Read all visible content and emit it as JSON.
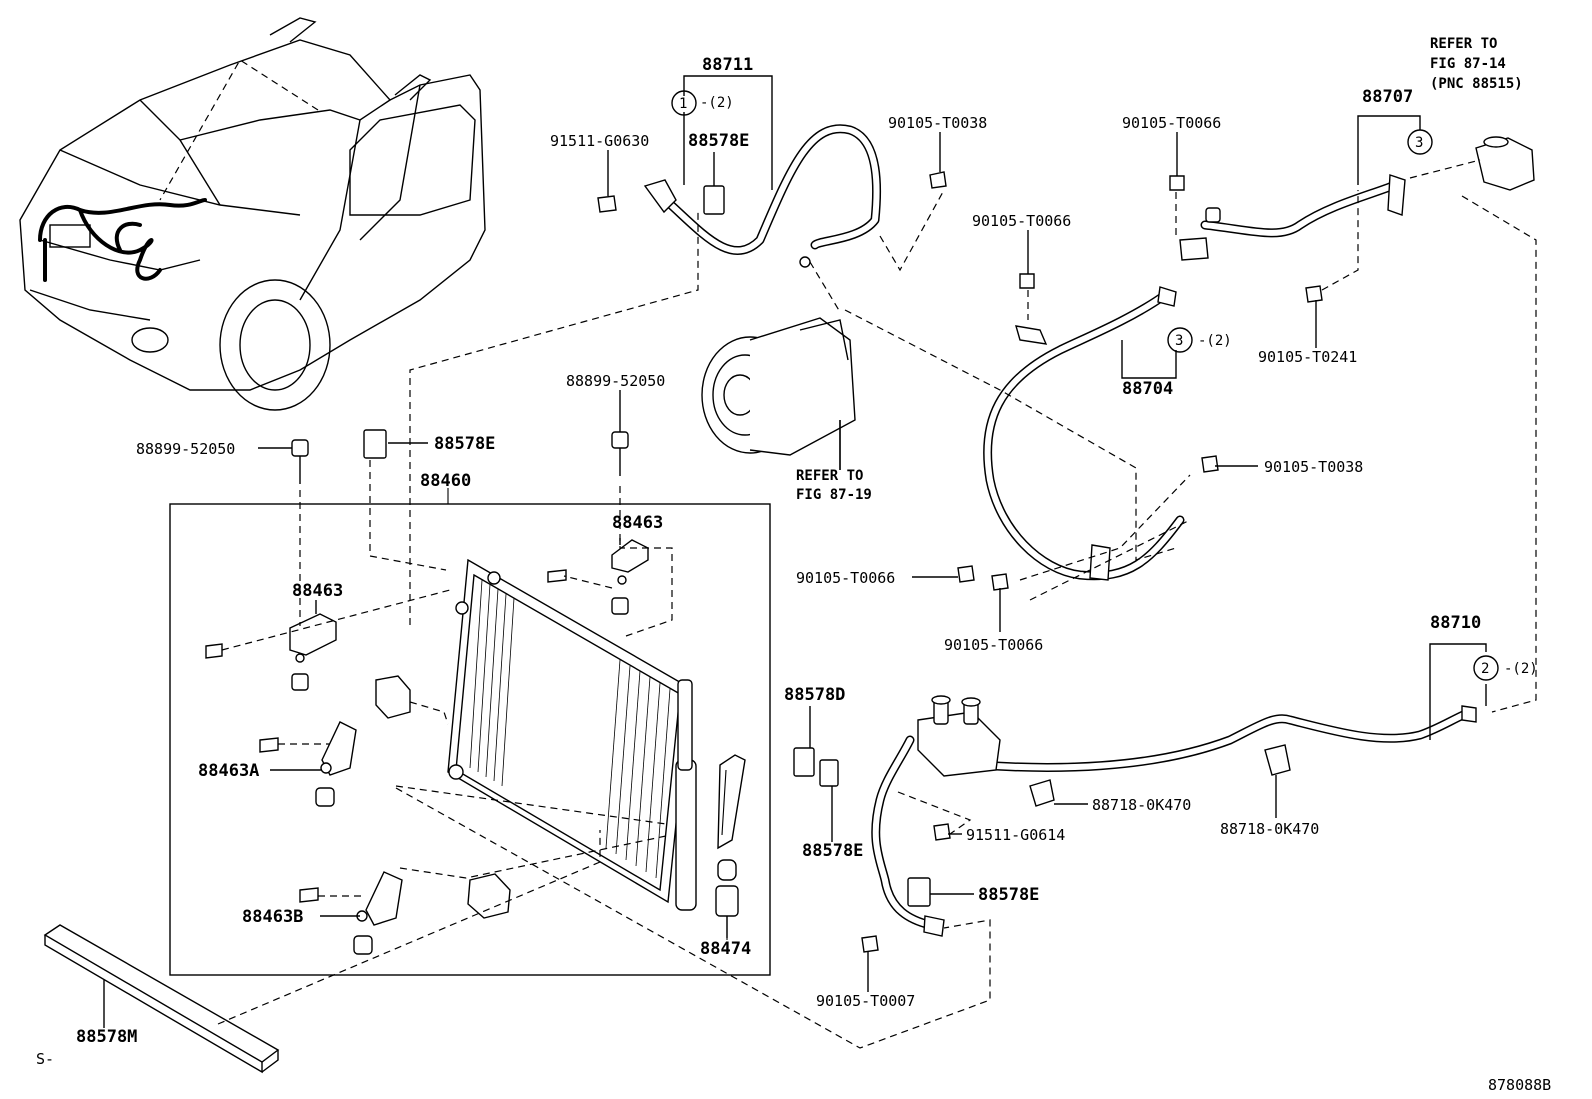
{
  "diagram": {
    "figure_id": "878088B",
    "sheet_mark": "S-",
    "labels": {
      "p88711": "88711",
      "p91511_g0630": "91511-G0630",
      "p88578e_top": "88578E",
      "p90105_t0038_top": "90105-T0038",
      "p90105_t0066_a": "90105-T0066",
      "p90105_t0066_b": "90105-T0066",
      "p88707": "88707",
      "p90105_t0241": "90105-T0241",
      "p88704": "88704",
      "p90105_t0038_right": "90105-T0038",
      "p88899_52050_mid": "88899-52050",
      "p88899_52050_left": "88899-52050",
      "p88578e_left": "88578E",
      "p88460": "88460",
      "p88463_top": "88463",
      "p88463_left": "88463",
      "p88463a": "88463A",
      "p88463b": "88463B",
      "p88474": "88474",
      "p88578m": "88578M",
      "p90105_t0066_c": "90105-T0066",
      "p90105_t0066_d": "90105-T0066",
      "p88710": "88710",
      "p88578d": "88578D",
      "p88578e_lower": "88578E",
      "p88718_0k470_a": "88718-0K470",
      "p88718_0k470_b": "88718-0K470",
      "p91511_g0614": "91511-G0614",
      "p88578e_bottom": "88578E",
      "p90105_t0007": "90105-T0007"
    },
    "refer_compressor": {
      "line1": "REFER TO",
      "line2": "FIG 87-19"
    },
    "refer_expansion": {
      "line1": "REFER TO",
      "line2": "FIG 87-14",
      "line3": "(PNC 88515)"
    },
    "callouts": {
      "c1": {
        "num": "1",
        "qty": "-(2)"
      },
      "c2": {
        "num": "2",
        "qty": "-(2)"
      },
      "c3_top": {
        "num": "3",
        "qty": ""
      },
      "c3_mid": {
        "num": "3",
        "qty": "-(2)"
      }
    }
  }
}
